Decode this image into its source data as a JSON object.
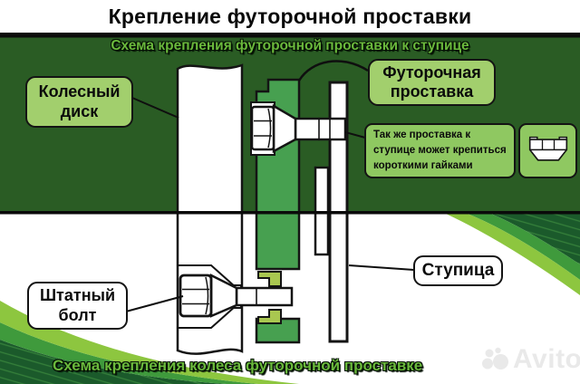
{
  "title": "Крепление футорочной проставки",
  "bands": {
    "top": "Схема крепления футорочной проставки к ступице",
    "bottom": "Схема крепления колеса футорочной проставке"
  },
  "labels": {
    "wheel_disk": "Колесный диск",
    "spacer": "Футорочная проставка",
    "note": "Так же проставка к ступице может крепиться короткими гайками",
    "hub": "Ступица",
    "stock_bolt": "Штатный болт"
  },
  "icons": {
    "nut": "lug-nut-icon",
    "watermark_logo": "avito-circles-icon"
  },
  "watermark": "Avito",
  "colors": {
    "background_dark_green": "#2a5c24",
    "label_green": "#a2cf6d",
    "note_green": "#8fc861",
    "spacer_green": "#47a050",
    "step_yellow_green": "#a9c750",
    "swoosh_light_green": "#8dc63f",
    "swoosh_medium_green": "#3f9a3c",
    "swoosh_dark_green": "#1b5a2b",
    "band_text_green": "#6ab93c",
    "watermark_grey": "#e9e9e9",
    "outline_black": "#141414"
  }
}
